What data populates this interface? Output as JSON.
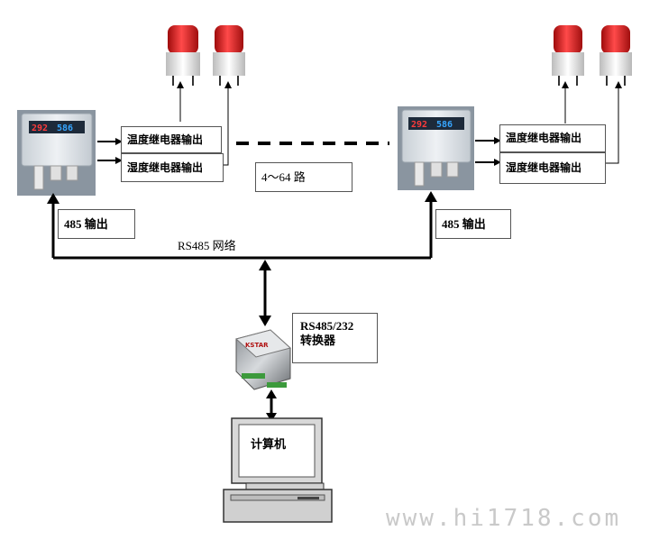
{
  "left_unit": {
    "display_temp": "292",
    "display_hum": "586",
    "temp_relay_label": "温度继电器输出",
    "hum_relay_label": "湿度继电器输出",
    "rs485_out_label": "485 输出"
  },
  "right_unit": {
    "display_temp": "292",
    "display_hum": "586",
    "temp_relay_label": "温度继电器输出",
    "hum_relay_label": "湿度继电器输出",
    "rs485_out_label": "485 输出"
  },
  "channels_label": "4～64 路",
  "network_label": "RS485 网络",
  "converter": {
    "label_line1": "RS485/232",
    "label_line2": "转换器",
    "brand": "KSTAR"
  },
  "computer_label": "计算机",
  "watermark": "www.hi1718.com",
  "colors": {
    "alarm_red": "#d81c1c",
    "device_body": "#dfe4e9",
    "lcd_red": "#ff3b3b",
    "lcd_blue": "#37a6ff"
  }
}
